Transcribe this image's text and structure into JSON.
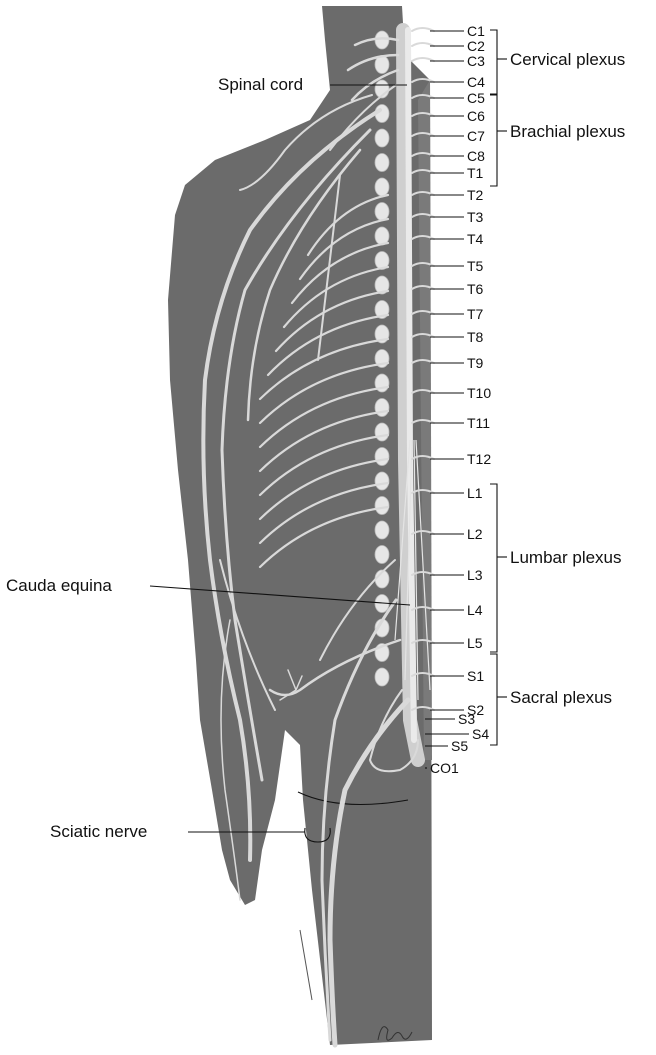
{
  "colors": {
    "body": "#6b6b6b",
    "nerve": "#d9d9d9",
    "ink": "#111111"
  },
  "labels": {
    "spinal_cord": "Spinal cord",
    "cauda_equina": "Cauda equina",
    "sciatic_nerve": "Sciatic nerve"
  },
  "plexuses": {
    "cervical": "Cervical plexus",
    "brachial": "Brachial plexus",
    "lumbar": "Lumbar plexus",
    "sacral": "Sacral plexus"
  },
  "spinal_nerves": [
    "C1",
    "C2",
    "C3",
    "C4",
    "C5",
    "C6",
    "C7",
    "C8",
    "T1",
    "T2",
    "T3",
    "T4",
    "T5",
    "T6",
    "T7",
    "T8",
    "T9",
    "T10",
    "T11",
    "T12",
    "L1",
    "L2",
    "L3",
    "L4",
    "L5",
    "S1",
    "S2",
    "S3",
    "S4",
    "S5",
    "CO1"
  ],
  "signature": "tina"
}
